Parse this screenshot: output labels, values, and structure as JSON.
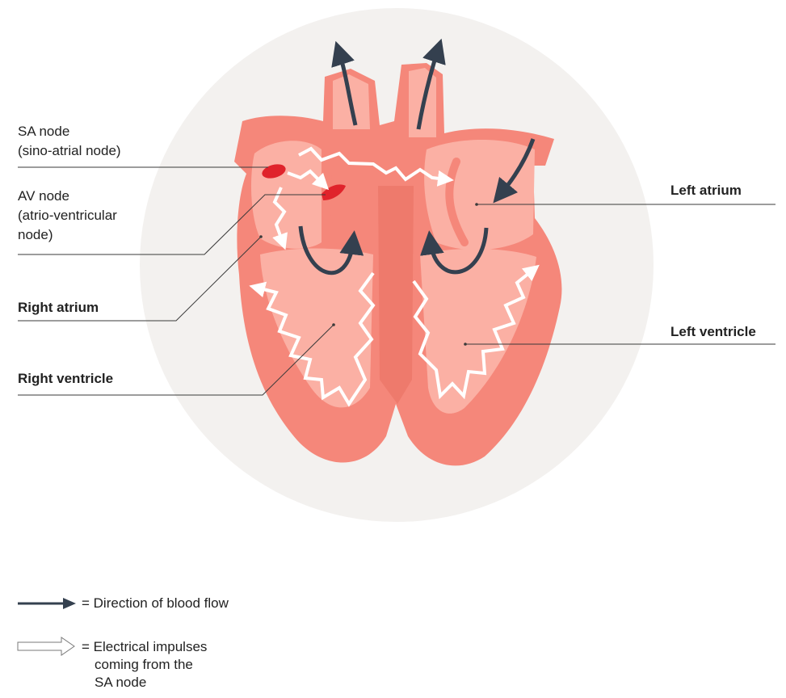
{
  "colors": {
    "background_circle": "#f3f1ef",
    "heart_outer": "#f5877a",
    "heart_inner": "#fbb0a4",
    "septum": "#ee7a6c",
    "node_red": "#e0232b",
    "blood_arrow": "#34404f",
    "impulse_arrow": "#ffffff",
    "leader_line": "#3a3a3a"
  },
  "labels": {
    "sa_node": [
      "SA node",
      "(sino-atrial node)"
    ],
    "av_node": [
      "AV node",
      "(atrio-ventricular",
      "node)"
    ],
    "right_atrium": "Right atrium",
    "right_ventricle": "Right ventricle",
    "left_atrium": "Left atrium",
    "left_ventricle": "Left ventricle"
  },
  "legend": {
    "blood_flow": "= Direction of blood flow",
    "impulses": [
      "= Electrical impulses",
      "coming from the",
      "SA node"
    ]
  },
  "icons": {
    "blood_flow": "dark-arrow-icon",
    "impulses": "outline-arrow-icon"
  }
}
